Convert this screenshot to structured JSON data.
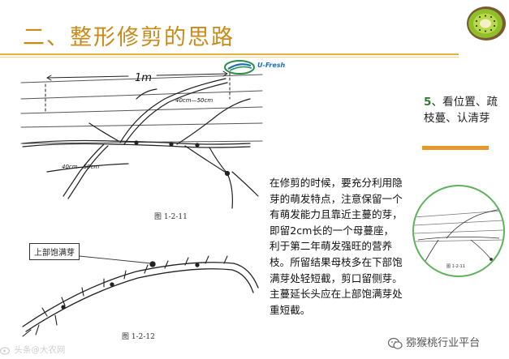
{
  "slide": {
    "title": "二、整形修剪的思路",
    "logo_text": "U-Fresh",
    "figure_top": {
      "caption": "图 1-2-11",
      "dimension_label": "1m",
      "note_upper": "40cm—50cm",
      "note_lower": "40cm—50cm"
    },
    "figure_bottom": {
      "caption": "图 1-2-12",
      "label": "上部饱满芽"
    },
    "body_text": "在修剪的时候，要充分利用隐芽的萌发特点，注意保留一个有萌发能力且靠近主蔓的芽，即留2cm长的一个母蔓座，利于第二年萌发强旺的营养枝。所留结果母枝多在下部饱满芽处轻短截，剪口留侧芽。主蔓延长头应在上部饱满芽处重短截。",
    "side_number": "5",
    "side_heading": "、看位置、疏枝蔓、认清芽",
    "thumb_caption": "图 1-2-11"
  },
  "watermarks": {
    "left": "头条@大农网",
    "right": "猕猴桃行业平台"
  },
  "colors": {
    "title": "#c98a17",
    "rule": "#e3b23c",
    "side_number": "#2e7d2e",
    "side_rule": "#e6982a",
    "thumb_border": "#5db35d"
  },
  "icons": [
    "kiwi-fruit-icon",
    "brand-logo-icon",
    "weibo-icon",
    "wechat-icon"
  ]
}
